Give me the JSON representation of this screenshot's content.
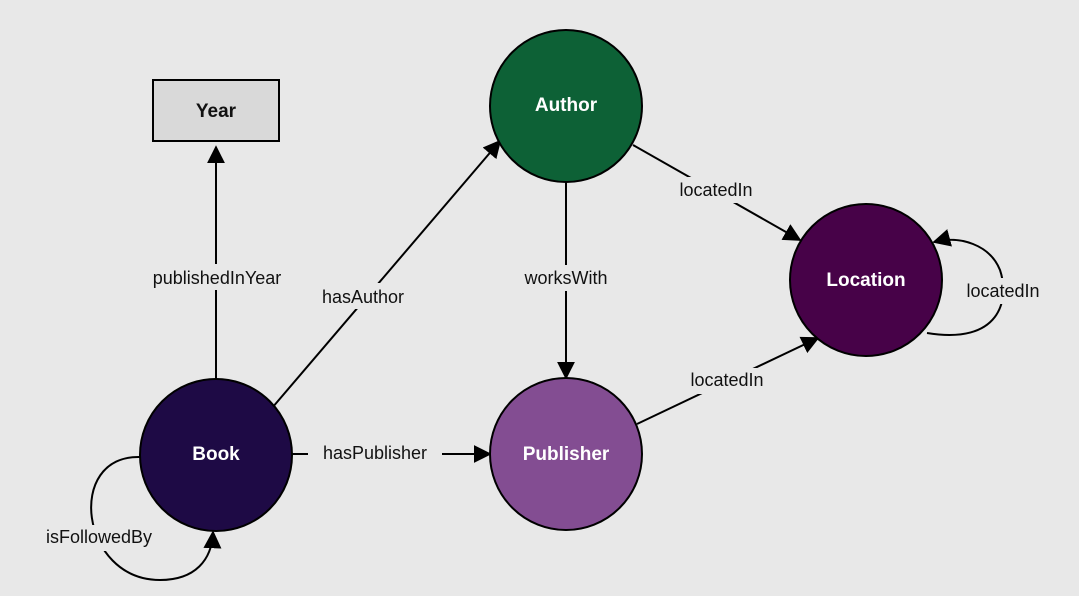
{
  "colors": {
    "background": "#e8e8e8",
    "author": "#0d6136",
    "book": "#1e0a45",
    "publisher": "#834d92",
    "location": "#470248",
    "year": "#d9d9d9",
    "stroke": "#000000"
  },
  "nodes": {
    "year": {
      "label": "Year",
      "shape": "rectangle"
    },
    "author": {
      "label": "Author",
      "shape": "circle"
    },
    "book": {
      "label": "Book",
      "shape": "circle"
    },
    "publisher": {
      "label": "Publisher",
      "shape": "circle"
    },
    "location": {
      "label": "Location",
      "shape": "circle"
    }
  },
  "edges": {
    "book_year": {
      "label": "publishedInYear",
      "from": "Book",
      "to": "Year"
    },
    "book_author": {
      "label": "hasAuthor",
      "from": "Book",
      "to": "Author"
    },
    "book_publisher": {
      "label": "hasPublisher",
      "from": "Book",
      "to": "Publisher"
    },
    "book_book": {
      "label": "isFollowedBy",
      "from": "Book",
      "to": "Book"
    },
    "author_publisher": {
      "label": "worksWith",
      "from": "Author",
      "to": "Publisher"
    },
    "author_location": {
      "label": "locatedIn",
      "from": "Author",
      "to": "Location"
    },
    "publisher_location": {
      "label": "locatedIn",
      "from": "Publisher",
      "to": "Location"
    },
    "location_location": {
      "label": "locatedIn",
      "from": "Location",
      "to": "Location"
    }
  }
}
